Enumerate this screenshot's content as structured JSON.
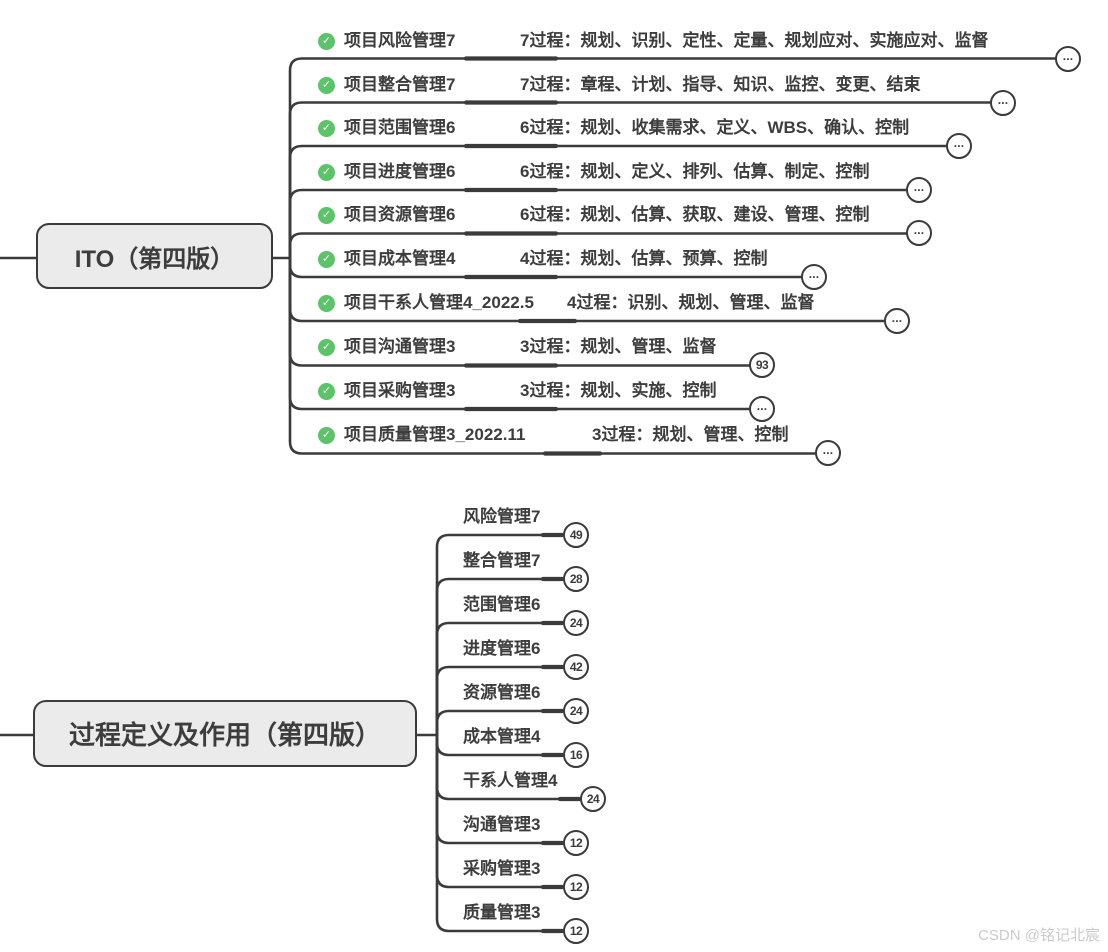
{
  "colors": {
    "line": "#3b3b3b",
    "text": "#3d3d3d",
    "root_fill": "#ebebeb",
    "badge_fill": "#ffffff",
    "badge_border": "#3b3b3b",
    "check_green": "#5cc468",
    "watermark": "#cbcbcb"
  },
  "icons": {
    "check": "✓"
  },
  "watermark": "CSDN @铭记北宸",
  "maps": [
    {
      "root": "ITO（第四版）",
      "branches": [
        {
          "title": "项目风险管理7",
          "detail": "7过程：规划、识别、定性、定量、规划应对、实施应对、监督",
          "badge": "···"
        },
        {
          "title": "项目整合管理7",
          "detail": "7过程：章程、计划、指导、知识、监控、变更、结束",
          "badge": "···"
        },
        {
          "title": "项目范围管理6",
          "detail": "6过程：规划、收集需求、定义、WBS、确认、控制",
          "badge": "···"
        },
        {
          "title": "项目进度管理6",
          "detail": "6过程：规划、定义、排列、估算、制定、控制",
          "badge": "···"
        },
        {
          "title": "项目资源管理6",
          "detail": "6过程：规划、估算、获取、建设、管理、控制",
          "badge": "···"
        },
        {
          "title": "项目成本管理4",
          "detail": "4过程：规划、估算、预算、控制",
          "badge": "···"
        },
        {
          "title": "项目干系人管理4_2022.5",
          "detail": "4过程：识别、规划、管理、监督",
          "badge": "···"
        },
        {
          "title": "项目沟通管理3",
          "detail": "3过程：规划、管理、监督",
          "badge": "93"
        },
        {
          "title": "项目采购管理3",
          "detail": "3过程：规划、实施、控制",
          "badge": "···"
        },
        {
          "title": "项目质量管理3_2022.11",
          "detail": "3过程：规划、管理、控制",
          "badge": "···"
        }
      ]
    },
    {
      "root": "过程定义及作用（第四版）",
      "branches": [
        {
          "title": "风险管理7",
          "badge": "49"
        },
        {
          "title": "整合管理7",
          "badge": "28"
        },
        {
          "title": "范围管理6",
          "badge": "24"
        },
        {
          "title": "进度管理6",
          "badge": "42"
        },
        {
          "title": "资源管理6",
          "badge": "24"
        },
        {
          "title": "成本管理4",
          "badge": "16"
        },
        {
          "title": "干系人管理4",
          "badge": "24"
        },
        {
          "title": "沟通管理3",
          "badge": "12"
        },
        {
          "title": "采购管理3",
          "badge": "12"
        },
        {
          "title": "质量管理3",
          "badge": "12"
        }
      ]
    }
  ]
}
